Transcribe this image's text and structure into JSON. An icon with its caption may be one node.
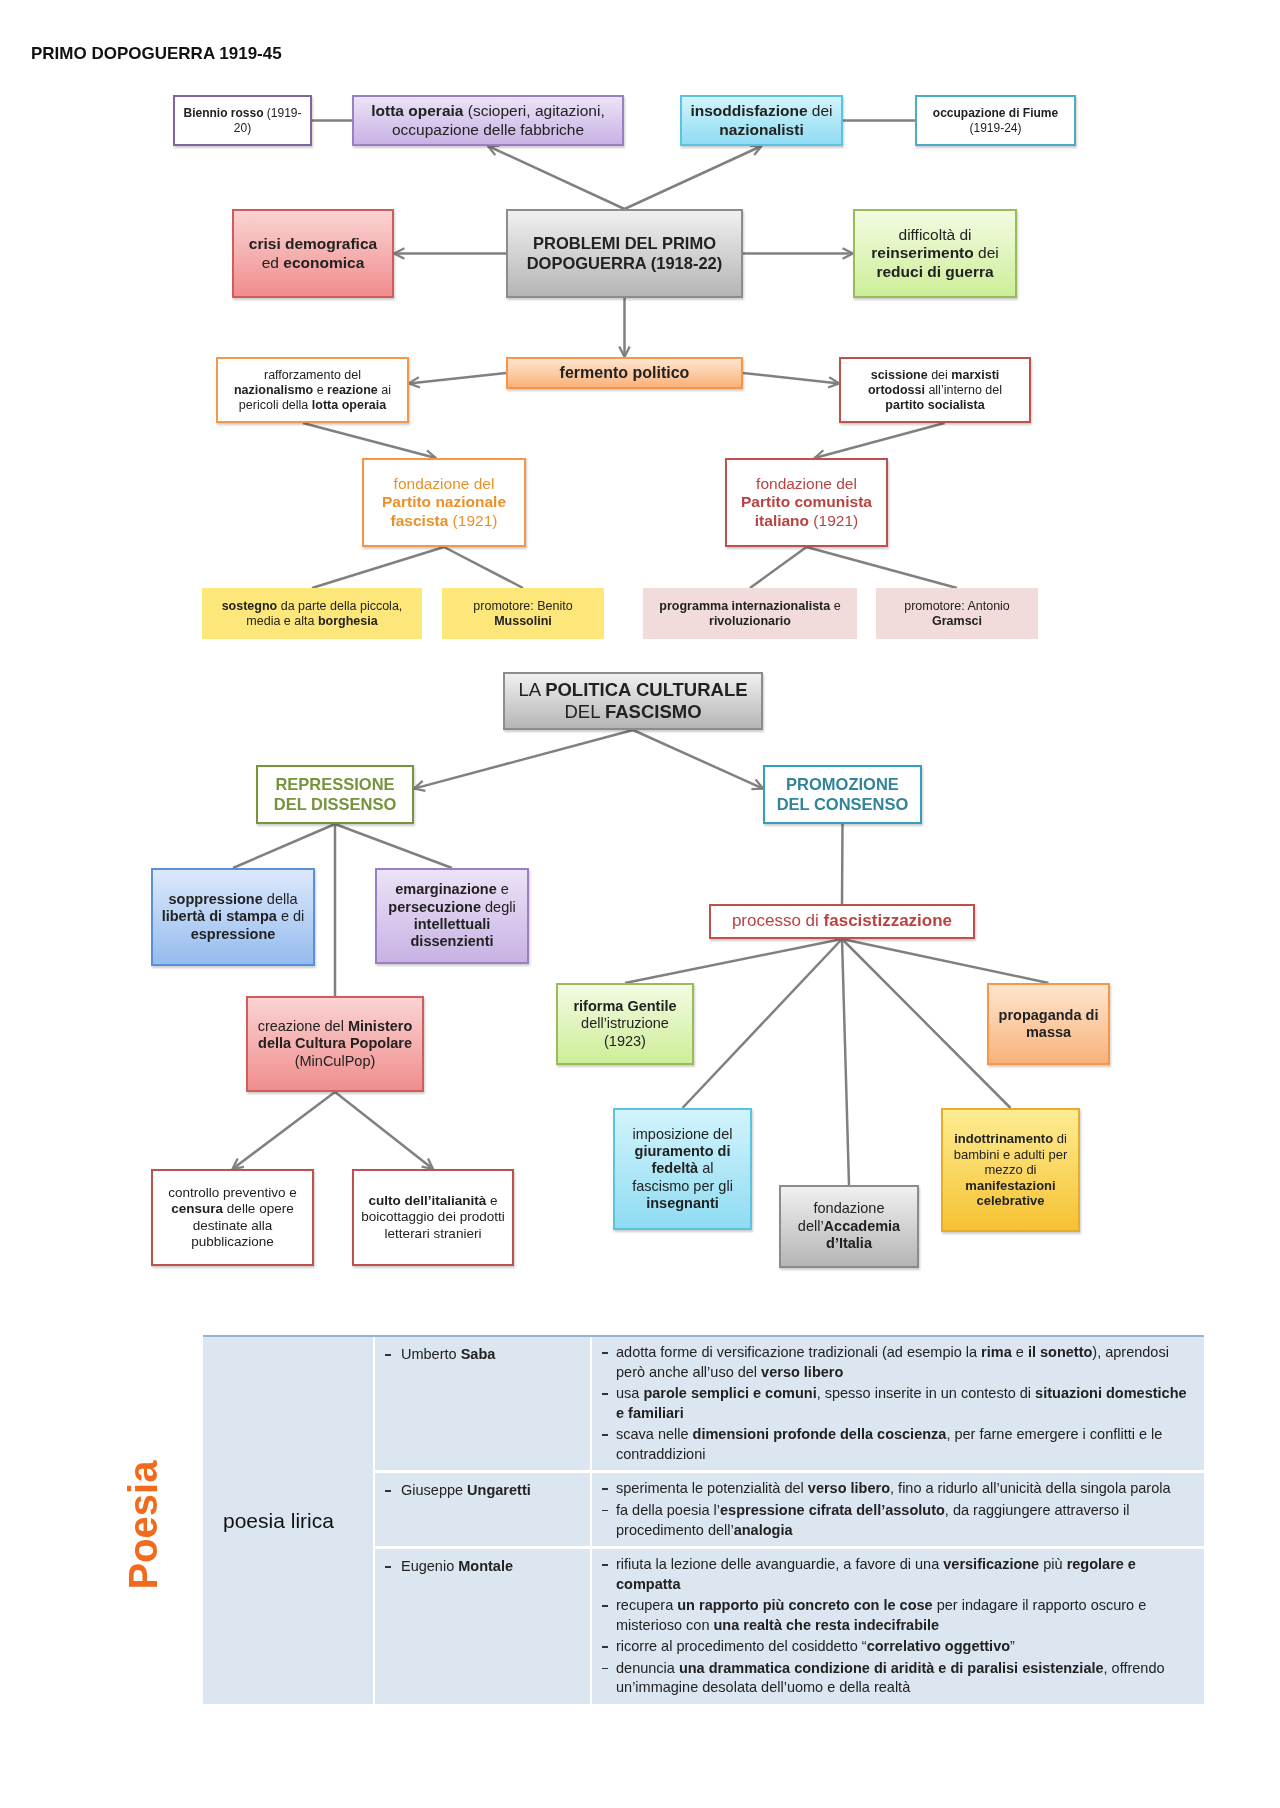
{
  "diagram": {
    "title": "PRIMO DOPOGUERRA 1919-45",
    "nodes": [
      {
        "text": [
          "**Biennio rosso** (1919-20)"
        ]
      },
      {
        "text": [
          "**lotta operaia** (scioperi, agitazioni, occupazione delle fabbriche"
        ]
      },
      {
        "text": [
          "**insoddisfazione** dei **nazionalisti**"
        ]
      },
      {
        "text": [
          "**occupazione di Fiume** (1919-24)"
        ]
      },
      {
        "text": [
          "PROBLEMI DEL PRIMO DOPOGUERRA (1918-22)"
        ]
      },
      {
        "text": [
          "**crisi demografica** ed **economica**"
        ]
      },
      {
        "text": [
          "difficoltà di **reinserimento** dei **reduci di guerra**"
        ]
      },
      {
        "text": [
          "fermento politico"
        ]
      },
      {
        "text": [
          "rafforzamento del **nazionalismo** e **reazione** ai pericoli della **lotta operaia**"
        ]
      },
      {
        "text": [
          "**scissione** dei **marxisti ortodossi** all’interno del **partito socialista**"
        ]
      },
      {
        "text": [
          "fondazione del **Partito nazionale fascista** (1921)"
        ]
      },
      {
        "text": [
          "fondazione del **Partito comunista italiano** (1921)"
        ]
      },
      {
        "text": [
          "**sostegno** da parte della piccola, media e alta **borghesia**"
        ]
      },
      {
        "text": [
          "promotore: Benito **Mussolini**"
        ]
      },
      {
        "text": [
          "**programma internazionalista** e **rivoluzionario**"
        ]
      },
      {
        "text": [
          "promotore: Antonio **Gramsci**"
        ]
      },
      {
        "text": [
          "LA **POLITICA CULTURALE** DEL **FASCISMO**"
        ]
      },
      {
        "text": [
          "REPRESSIONE DEL DISSENSO"
        ]
      },
      {
        "text": [
          "PROMOZIONE DEL CONSENSO"
        ]
      },
      {
        "text": [
          "**soppressione** della **libertà di stampa** e di **espressione**"
        ]
      },
      {
        "text": [
          "**emarginazione** e **persecuzione** degli **intellettuali dissenzienti**"
        ]
      },
      {
        "text": [
          "creazione del **Ministero della Cultura Popolare** (MinCulPop)"
        ]
      },
      {
        "text": [
          "processo di **fascistizzazione**"
        ]
      },
      {
        "text": [
          "**riforma Gentile** dell’istruzione (1923)"
        ]
      },
      {
        "text": [
          "propaganda di massa"
        ]
      },
      {
        "text": [
          "controllo preventivo e **censura** delle opere destinate alla pubblicazione"
        ]
      },
      {
        "text": [
          "**culto dell’italianità** e boicottaggio dei prodotti letterari stranieri"
        ]
      },
      {
        "text": [
          "imposizione del **giuramento di fedeltà** al fascismo per gli **insegnanti**"
        ]
      },
      {
        "text": [
          "fondazione dell’**Accademia d’Italia**"
        ]
      },
      {
        "text": [
          "**indottrinamento** di bambini e adulti per mezzo di **manifestazioni celebrative**"
        ]
      }
    ],
    "edges": [
      {
        "from": 0,
        "to": 1,
        "arrow": "none"
      },
      {
        "from": 2,
        "to": 3,
        "arrow": "none"
      },
      {
        "from": 4,
        "to": 1,
        "arrow": "to"
      },
      {
        "from": 4,
        "to": 2,
        "arrow": "to"
      },
      {
        "from": 4,
        "to": 5,
        "arrow": "to"
      },
      {
        "from": 4,
        "to": 6,
        "arrow": "to"
      },
      {
        "from": 4,
        "to": 7,
        "arrow": "to"
      },
      {
        "from": 7,
        "to": 8,
        "arrow": "to"
      },
      {
        "from": 7,
        "to": 9,
        "arrow": "to"
      },
      {
        "from": 8,
        "to": 10,
        "arrow": "to"
      },
      {
        "from": 9,
        "to": 11,
        "arrow": "to"
      },
      {
        "from": 10,
        "to": 12,
        "arrow": "none"
      },
      {
        "from": 10,
        "to": 13,
        "arrow": "none"
      },
      {
        "from": 11,
        "to": 14,
        "arrow": "none"
      },
      {
        "from": 11,
        "to": 15,
        "arrow": "none"
      },
      {
        "from": 16,
        "to": 17,
        "arrow": "to"
      },
      {
        "from": 16,
        "to": 18,
        "arrow": "to"
      },
      {
        "from": 17,
        "to": 19,
        "arrow": "none"
      },
      {
        "from": 17,
        "to": 20,
        "arrow": "none"
      },
      {
        "from": 17,
        "to": 21,
        "arrow": "none"
      },
      {
        "from": 18,
        "to": 22,
        "arrow": "none"
      },
      {
        "from": 22,
        "to": 23,
        "arrow": "none"
      },
      {
        "from": 22,
        "to": 24,
        "arrow": "none"
      },
      {
        "from": 22,
        "to": 27,
        "arrow": "none"
      },
      {
        "from": 22,
        "to": 28,
        "arrow": "none"
      },
      {
        "from": 22,
        "to": 29,
        "arrow": "none"
      },
      {
        "from": 21,
        "to": 25,
        "arrow": "to"
      },
      {
        "from": 21,
        "to": 26,
        "arrow": "to"
      }
    ],
    "labels": [
      "Poesia",
      "poesia lirica",
      "Umberto **Saba**",
      "adotta forme di versificazione tradizionali (ad esempio la **rima** e **il sonetto**), aprendosi però anche all’uso del **verso libero**",
      "usa **parole semplici e comuni**, spesso inserite in un contesto di **situazioni domestiche e familiari**",
      "scava nelle **dimensioni profonde della coscienza**, per farne emergere i conflitti e le contraddizioni",
      "Giuseppe **Ungaretti**",
      "sperimenta le potenzialità del **verso libero**, fino a ridurlo all’unicità della singola parola",
      "fa della poesia l’**espressione cifrata dell’assoluto**, da raggiungere attraverso il procedimento dell’**analogia**",
      "Eugenio **Montale**",
      "rifiuta la lezione delle avanguardie, a favore di una **versificazione** più **regolare e compatta**",
      "recupera **un rapporto più concreto con le cose** per indagare il rapporto oscuro e misterioso con **una realtà che resta indecifrabile**",
      "ricorre al procedimento del cosiddetto “**correlativo oggettivo**”",
      "denuncia **una drammatica condizione di aridità e di paralisi esistenziale**, offrendo un’immagine desolata dell’uomo e della realtà"
    ]
  }
}
